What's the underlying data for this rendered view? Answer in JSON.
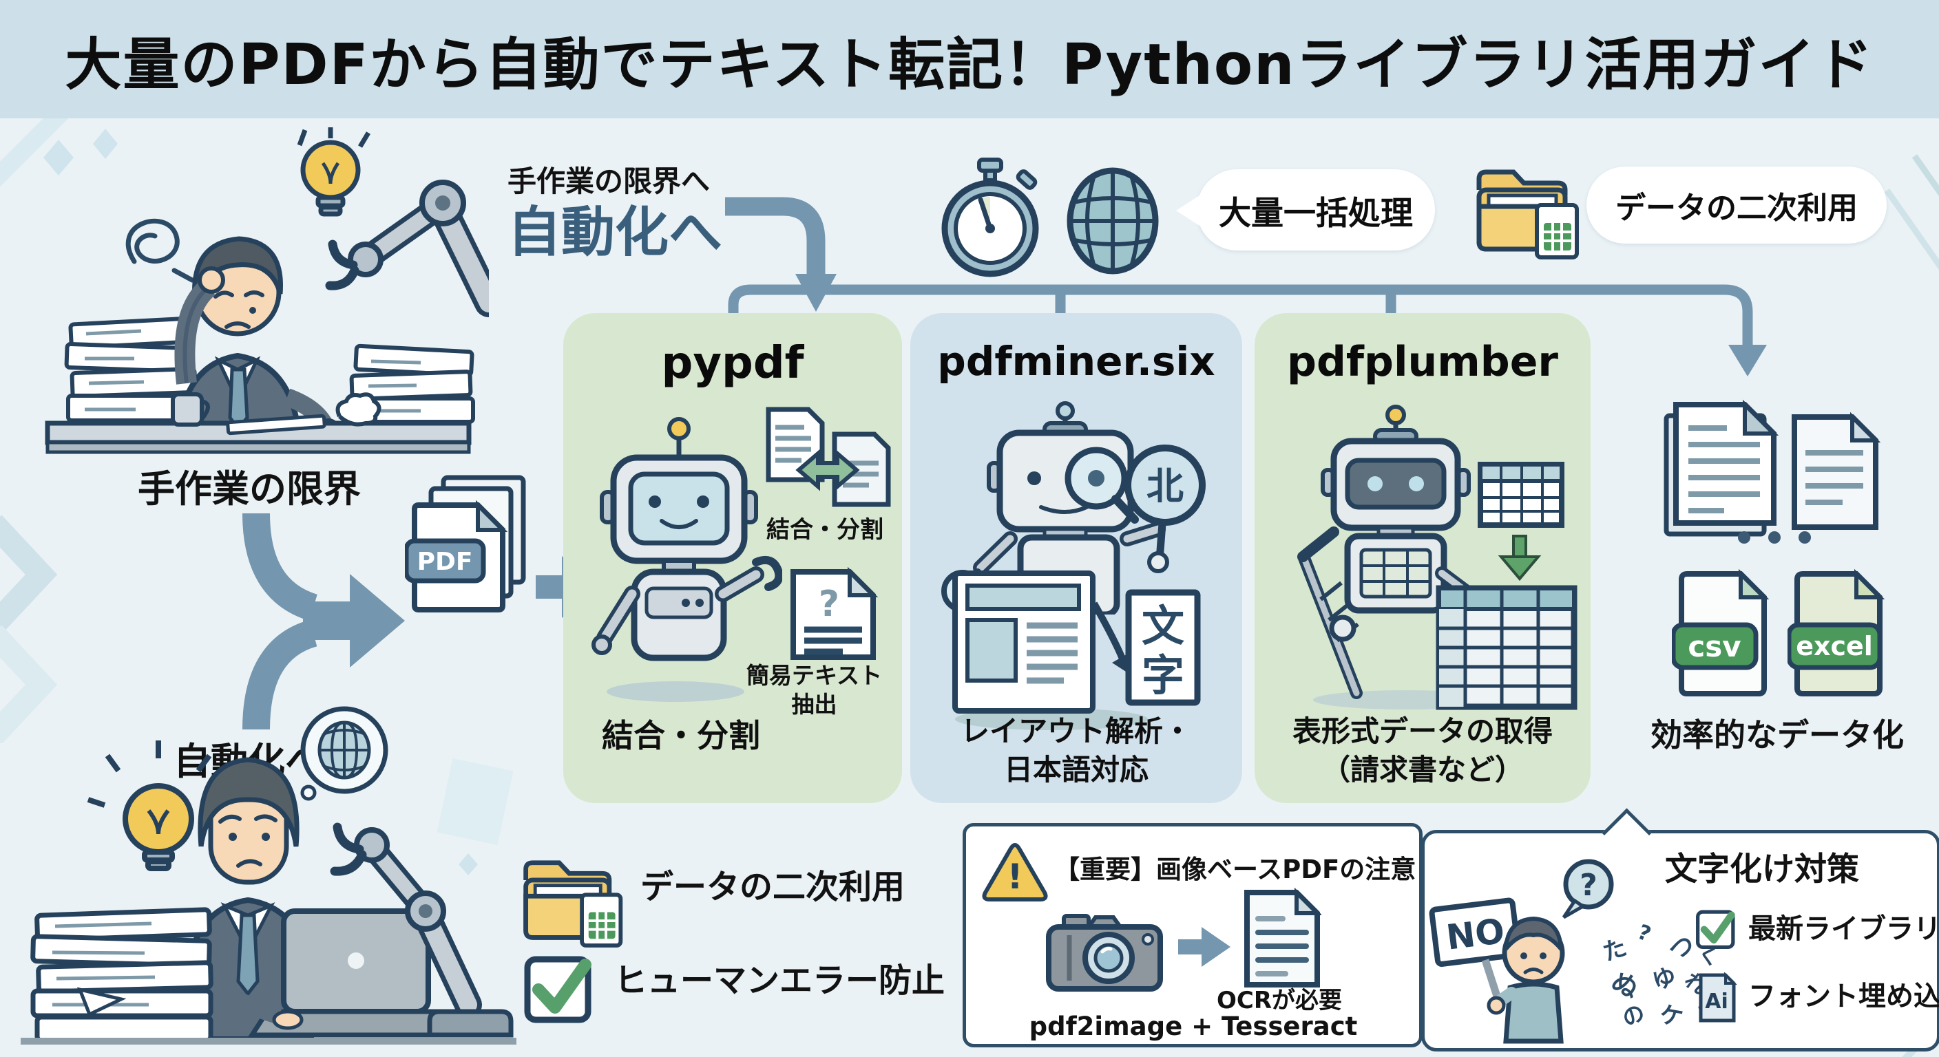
{
  "page": {
    "title": "大量のPDFから自動でテキスト転記！Pythonライブラリ活用ガイド"
  },
  "colors": {
    "title_band": "#cde0ea",
    "background": "#eaf2f6",
    "arrow_steel_blue": "#7496ae",
    "column_green": "#d8e8d0",
    "column_blue": "#d2e2ec",
    "outline_navy": "#25415c",
    "accent_yellow": "#f2ca5a",
    "accent_green": "#4b9a5c",
    "automation_text": "#3a5f7c"
  },
  "top_flow": {
    "manual_limit_label": "手作業の限界へ",
    "automation_label": "自動化へ",
    "batch_bubble": "大量一括処理",
    "reuse_bubble": "データの二次利用"
  },
  "input_flow": {
    "manual_limit": "手作業の限界",
    "automation": "自動化へ",
    "pdf_badge": "PDF"
  },
  "libraries": {
    "pypdf": {
      "name": "pypdf",
      "merge_caption": "結合・分割",
      "extract_caption_line1": "簡易テキスト",
      "extract_caption_line2": "抽出",
      "doc_question_mark": "?",
      "bottom_label": "結合・分割"
    },
    "pdfminer": {
      "name": "pdfminer.six",
      "sign_char": "北",
      "doc_char_top": "文",
      "doc_char_bottom": "字",
      "bottom_label_line1": "レイアウト解析・",
      "bottom_label_line2": "日本語対応"
    },
    "pdfplumber": {
      "name": "pdfplumber",
      "bottom_label_line1": "表形式データの取得",
      "bottom_label_line2": "（請求書など）"
    }
  },
  "output": {
    "csv_badge": "csv",
    "excel_badge": "excel",
    "label": "効率的なデータ化"
  },
  "benefits": {
    "data_reuse": "データの二次利用",
    "human_error": "ヒューマンエラー防止"
  },
  "warning_box": {
    "warning_mark": "!",
    "title": "【重要】画像ベースPDFの注意",
    "ocr_note": "OCRが必要",
    "tools": "pdf2image + Tesseract"
  },
  "mojibake_box": {
    "title": "文字化け対策",
    "no_sign": "NO",
    "question_mark": "?",
    "item1": "最新ライブラリ",
    "item2": "フォント埋め込み",
    "ai_badge": "Ai",
    "garbled": [
      "た",
      "?",
      "つ",
      "く",
      "ぬ",
      "ゆ",
      "れ",
      "の",
      "ケ",
      "?"
    ]
  }
}
